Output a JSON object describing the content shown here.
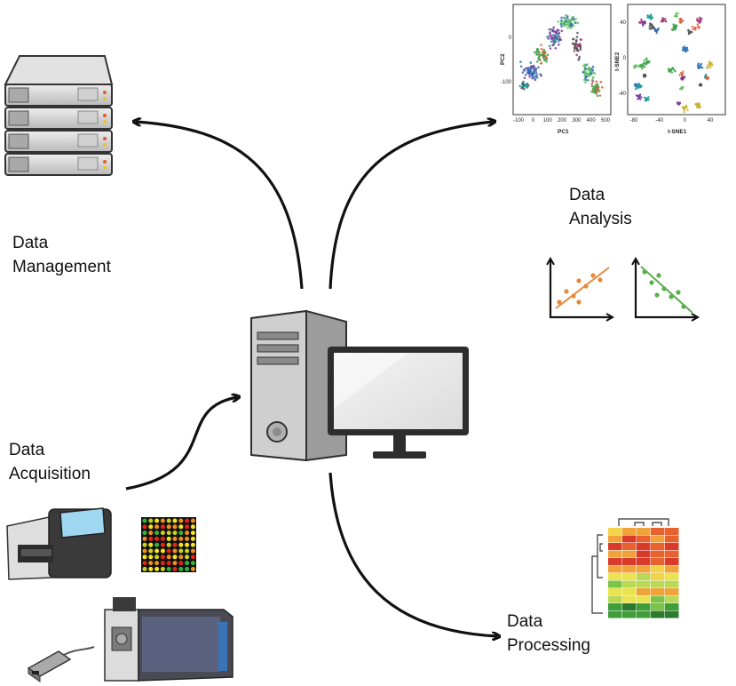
{
  "labels": {
    "management": [
      "Data",
      "Management"
    ],
    "analysis": [
      "Data",
      "Analysis"
    ],
    "acquisition": [
      "Data",
      "Acquisition"
    ],
    "processing": [
      "Data",
      "Processing"
    ]
  },
  "plots": {
    "pca": {
      "xlabel": "PC1",
      "ylabel": "PC2",
      "xticks": [
        "-100",
        "0",
        "100",
        "200",
        "300",
        "400",
        "500"
      ],
      "yticks": [
        "0",
        "-100"
      ]
    },
    "tsne": {
      "xlabel": "t-SNE1",
      "ylabel": "t-SNE2",
      "xticks": [
        "-80",
        "-40",
        "0",
        "40"
      ],
      "yticks": [
        "40",
        "0",
        "-40"
      ]
    }
  },
  "icons": {
    "server": "server-rack-icon",
    "computer": "desktop-computer-icon",
    "sequencer": "sequencer-instrument-icon",
    "microarray": "microarray-grid-icon",
    "mass_spec": "mass-spectrometer-icon",
    "probe": "probe-device-icon",
    "regression": "regression-plot-icons",
    "heatmap": "clustered-heatmap-icon"
  },
  "colors": {
    "arrow": "#111111",
    "positive_trend": "#e58a3a",
    "negative_trend": "#5aae4c"
  }
}
